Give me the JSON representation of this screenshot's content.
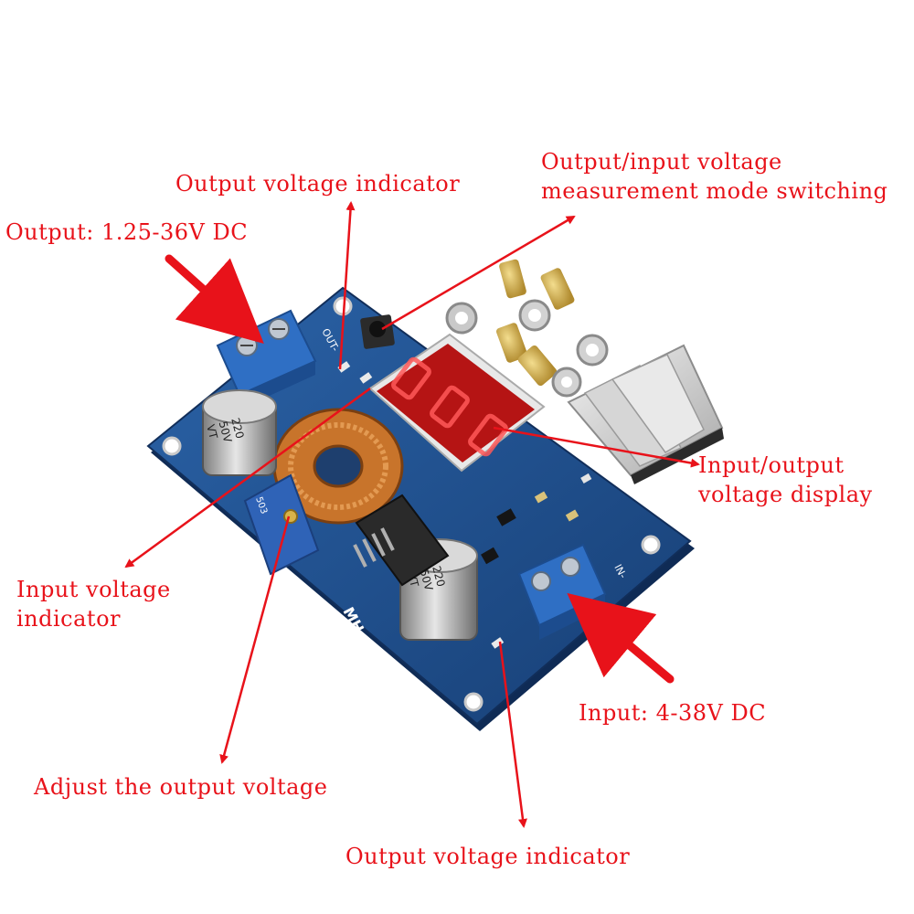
{
  "labels": {
    "output_voltage_indicator_top": "Output voltage indicator",
    "mode_switching_line1": "Output/input voltage",
    "mode_switching_line2": "measurement mode switching",
    "output_range": "Output: 1.25-36V DC",
    "display_line1": "Input/output",
    "display_line2": "voltage display",
    "input_indicator_line1": "Input voltage",
    "input_indicator_line2": "indicator",
    "input_range": "Input: 4-38V DC",
    "adjust_output": "Adjust the output voltage",
    "output_voltage_indicator_bottom": "Output voltage indicator"
  },
  "board": {
    "terminal_out_silk": "OUT-",
    "terminal_in_silk": "IN-",
    "capacitor_text_line1": "220",
    "capacitor_text_line2": "50V",
    "capacitor_text_line3": "VT",
    "brand_silk": "MH",
    "pot_text": "503"
  },
  "colors": {
    "label_red": "#e8121a",
    "pcb_blue": "#1f4e8c",
    "terminal_blue": "#2f6fc4",
    "display_red": "#c41414",
    "copper": "#c8742b"
  }
}
